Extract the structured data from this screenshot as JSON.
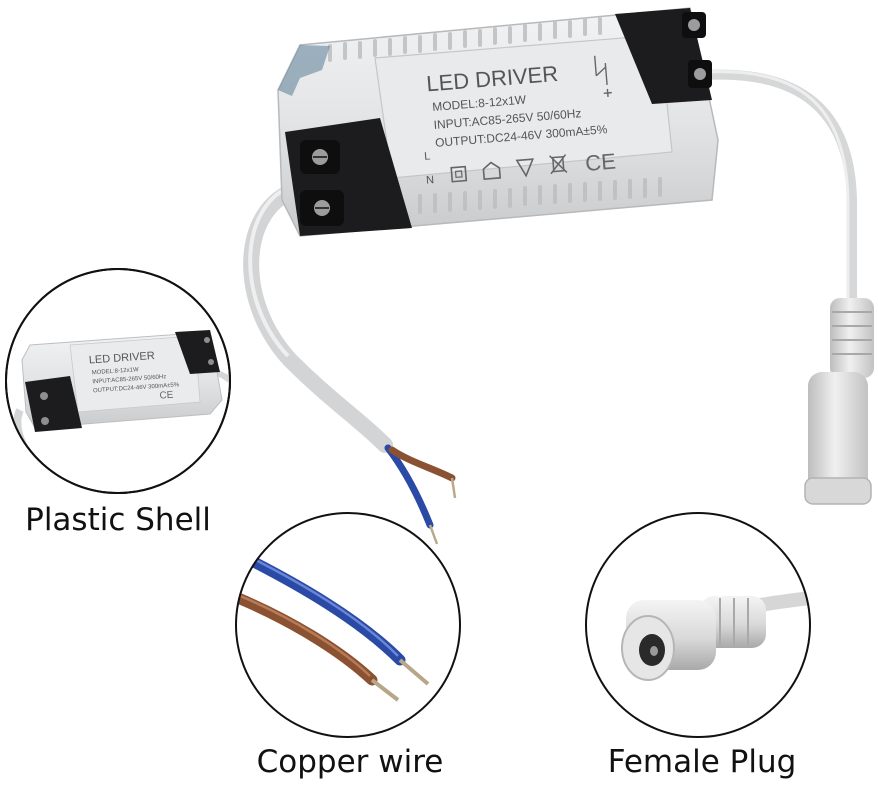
{
  "product": {
    "label_title": "LED DRIVER",
    "model": "MODEL:8-12x1W",
    "input": "INPUT:AC85-265V  50/60Hz",
    "output": "OUTPUT:DC24-46V  300mA±5%",
    "terminal_l": "L",
    "terminal_n": "N",
    "ce_mark": "CE"
  },
  "callouts": {
    "shell": "Plastic Shell",
    "wire": "Copper wire",
    "plug": "Female Plug"
  },
  "colors": {
    "shell": "#e6e7e8",
    "end_caps": "#1c1c1e",
    "wire_jacket": "#d4d5d6",
    "wire_blue": "#2b4aa6",
    "wire_brown": "#8a5232",
    "plug": "#dcdcdc"
  }
}
